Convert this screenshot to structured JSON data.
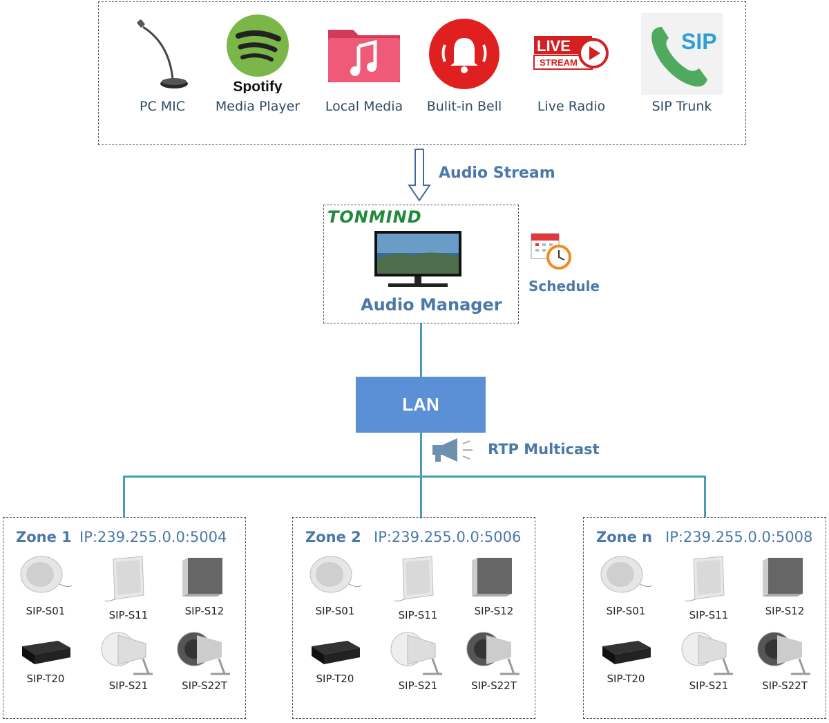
{
  "sources": [
    {
      "label": "PC MIC",
      "icon": "microphone-icon"
    },
    {
      "label": "Media Player",
      "icon": "spotify-logo",
      "brand_text": "Spotify"
    },
    {
      "label": "Local Media",
      "icon": "music-folder-icon"
    },
    {
      "label": "Bulit-in Bell",
      "icon": "bell-icon"
    },
    {
      "label": "Live Radio",
      "icon": "live-stream-icon",
      "badge_top": "LIVE",
      "badge_bottom": "STREAM"
    },
    {
      "label": "SIP Trunk",
      "icon": "sip-phone-icon",
      "badge": "SIP"
    }
  ],
  "audio_stream_label": "Audio Stream",
  "brand_logo": "TONMIND",
  "audio_manager_label": "Audio Manager",
  "schedule_label": "Schedule",
  "lan_label": "LAN",
  "multicast_label": "RTP Multicast",
  "zones": [
    {
      "title": "Zone 1",
      "ip": "IP:239.255.0.0:5004",
      "devices": [
        "SIP-S01",
        "SIP-S11",
        "SIP-S12",
        "SIP-T20",
        "SIP-S21",
        "SIP-S22T"
      ]
    },
    {
      "title": "Zone 2",
      "ip": "IP:239.255.0.0:5006",
      "devices": [
        "SIP-S01",
        "SIP-S11",
        "SIP-S12",
        "SIP-T20",
        "SIP-S21",
        "SIP-S22T"
      ]
    },
    {
      "title": "Zone n",
      "ip": "IP:239.255.0.0:5008",
      "devices": [
        "SIP-S01",
        "SIP-S11",
        "SIP-S12",
        "SIP-T20",
        "SIP-S21",
        "SIP-S22T"
      ]
    }
  ],
  "colors": {
    "accent": "#4a78a8",
    "lan": "#5b8fd6",
    "connector": "#4a9bb8",
    "spotify": "#7ab648",
    "bell": "#e02020",
    "folder": "#e84a6a",
    "sip": "#4fa95e"
  }
}
